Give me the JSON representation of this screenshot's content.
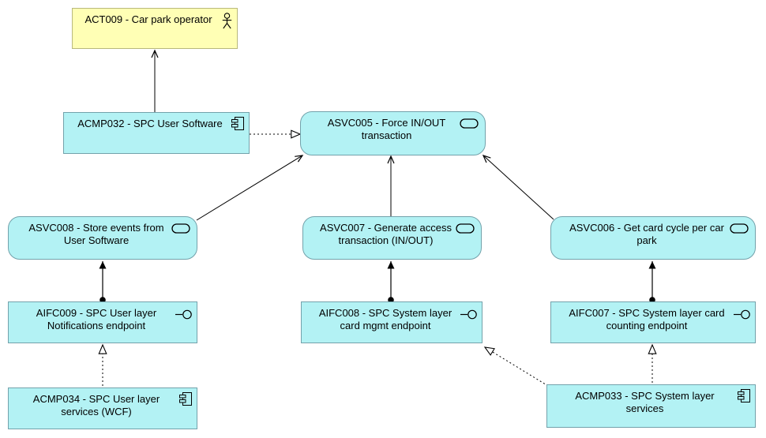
{
  "diagram": {
    "kind": "archimate-view",
    "colors": {
      "application_fill": "#b3f2f4",
      "application_border": "#73a2ab",
      "business_fill": "#ffffb5",
      "business_border": "#b9b97c",
      "connector": "#000000",
      "background": "#ffffff"
    },
    "nodes": {
      "act009": {
        "label": "ACT009 - Car park operator",
        "type": "business-actor",
        "icon": "actor-icon"
      },
      "acmp032": {
        "label": "ACMP032 - SPC User Software",
        "type": "application-component",
        "icon": "component-icon"
      },
      "asvc005": {
        "label": "ASVC005 - Force IN/OUT transaction",
        "type": "application-service",
        "icon": "service-icon"
      },
      "asvc008": {
        "label": "ASVC008 - Store events from User Software",
        "type": "application-service",
        "icon": "service-icon"
      },
      "asvc007": {
        "label": "ASVC007 - Generate access transaction (IN/OUT)",
        "type": "application-service",
        "icon": "service-icon"
      },
      "asvc006": {
        "label": "ASVC006 - Get card cycle per car park",
        "type": "application-service",
        "icon": "service-icon"
      },
      "aifc009": {
        "label": "AIFC009 - SPC User layer Notifications endpoint",
        "type": "application-interface",
        "icon": "interface-icon"
      },
      "aifc008": {
        "label": "AIFC008 - SPC System layer card mgmt endpoint",
        "type": "application-interface",
        "icon": "interface-icon"
      },
      "aifc007": {
        "label": "AIFC007 - SPC System layer card counting endpoint",
        "type": "application-interface",
        "icon": "interface-icon"
      },
      "acmp034": {
        "label": "ACMP034 - SPC User layer services (WCF)",
        "type": "application-component",
        "icon": "component-icon"
      },
      "acmp033": {
        "label": "ACMP033 - SPC System layer services",
        "type": "application-component",
        "icon": "component-icon"
      }
    },
    "relationships": [
      {
        "from": "ACMP032",
        "to": "ACT009",
        "type": "serving",
        "line": "solid",
        "head": "open-arrow"
      },
      {
        "from": "ACMP032",
        "to": "ASVC005",
        "type": "realization",
        "line": "dotted",
        "head": "hollow-triangle"
      },
      {
        "from": "ASVC008",
        "to": "ASVC005",
        "type": "serving",
        "line": "solid",
        "head": "open-arrow"
      },
      {
        "from": "ASVC007",
        "to": "ASVC005",
        "type": "serving",
        "line": "solid",
        "head": "open-arrow"
      },
      {
        "from": "ASVC006",
        "to": "ASVC005",
        "type": "serving",
        "line": "solid",
        "head": "open-arrow"
      },
      {
        "from": "AIFC009",
        "to": "ASVC008",
        "type": "assignment",
        "line": "solid",
        "head": "filled-arrow",
        "tail": "ball"
      },
      {
        "from": "AIFC008",
        "to": "ASVC007",
        "type": "assignment",
        "line": "solid",
        "head": "filled-arrow",
        "tail": "ball"
      },
      {
        "from": "AIFC007",
        "to": "ASVC006",
        "type": "assignment",
        "line": "solid",
        "head": "filled-arrow",
        "tail": "ball"
      },
      {
        "from": "ACMP034",
        "to": "AIFC009",
        "type": "realization",
        "line": "dotted",
        "head": "hollow-triangle"
      },
      {
        "from": "ACMP033",
        "to": "AIFC007",
        "type": "realization",
        "line": "dotted",
        "head": "hollow-triangle"
      },
      {
        "from": "ACMP033",
        "to": "AIFC008",
        "type": "realization",
        "line": "dotted",
        "head": "hollow-triangle"
      }
    ]
  }
}
